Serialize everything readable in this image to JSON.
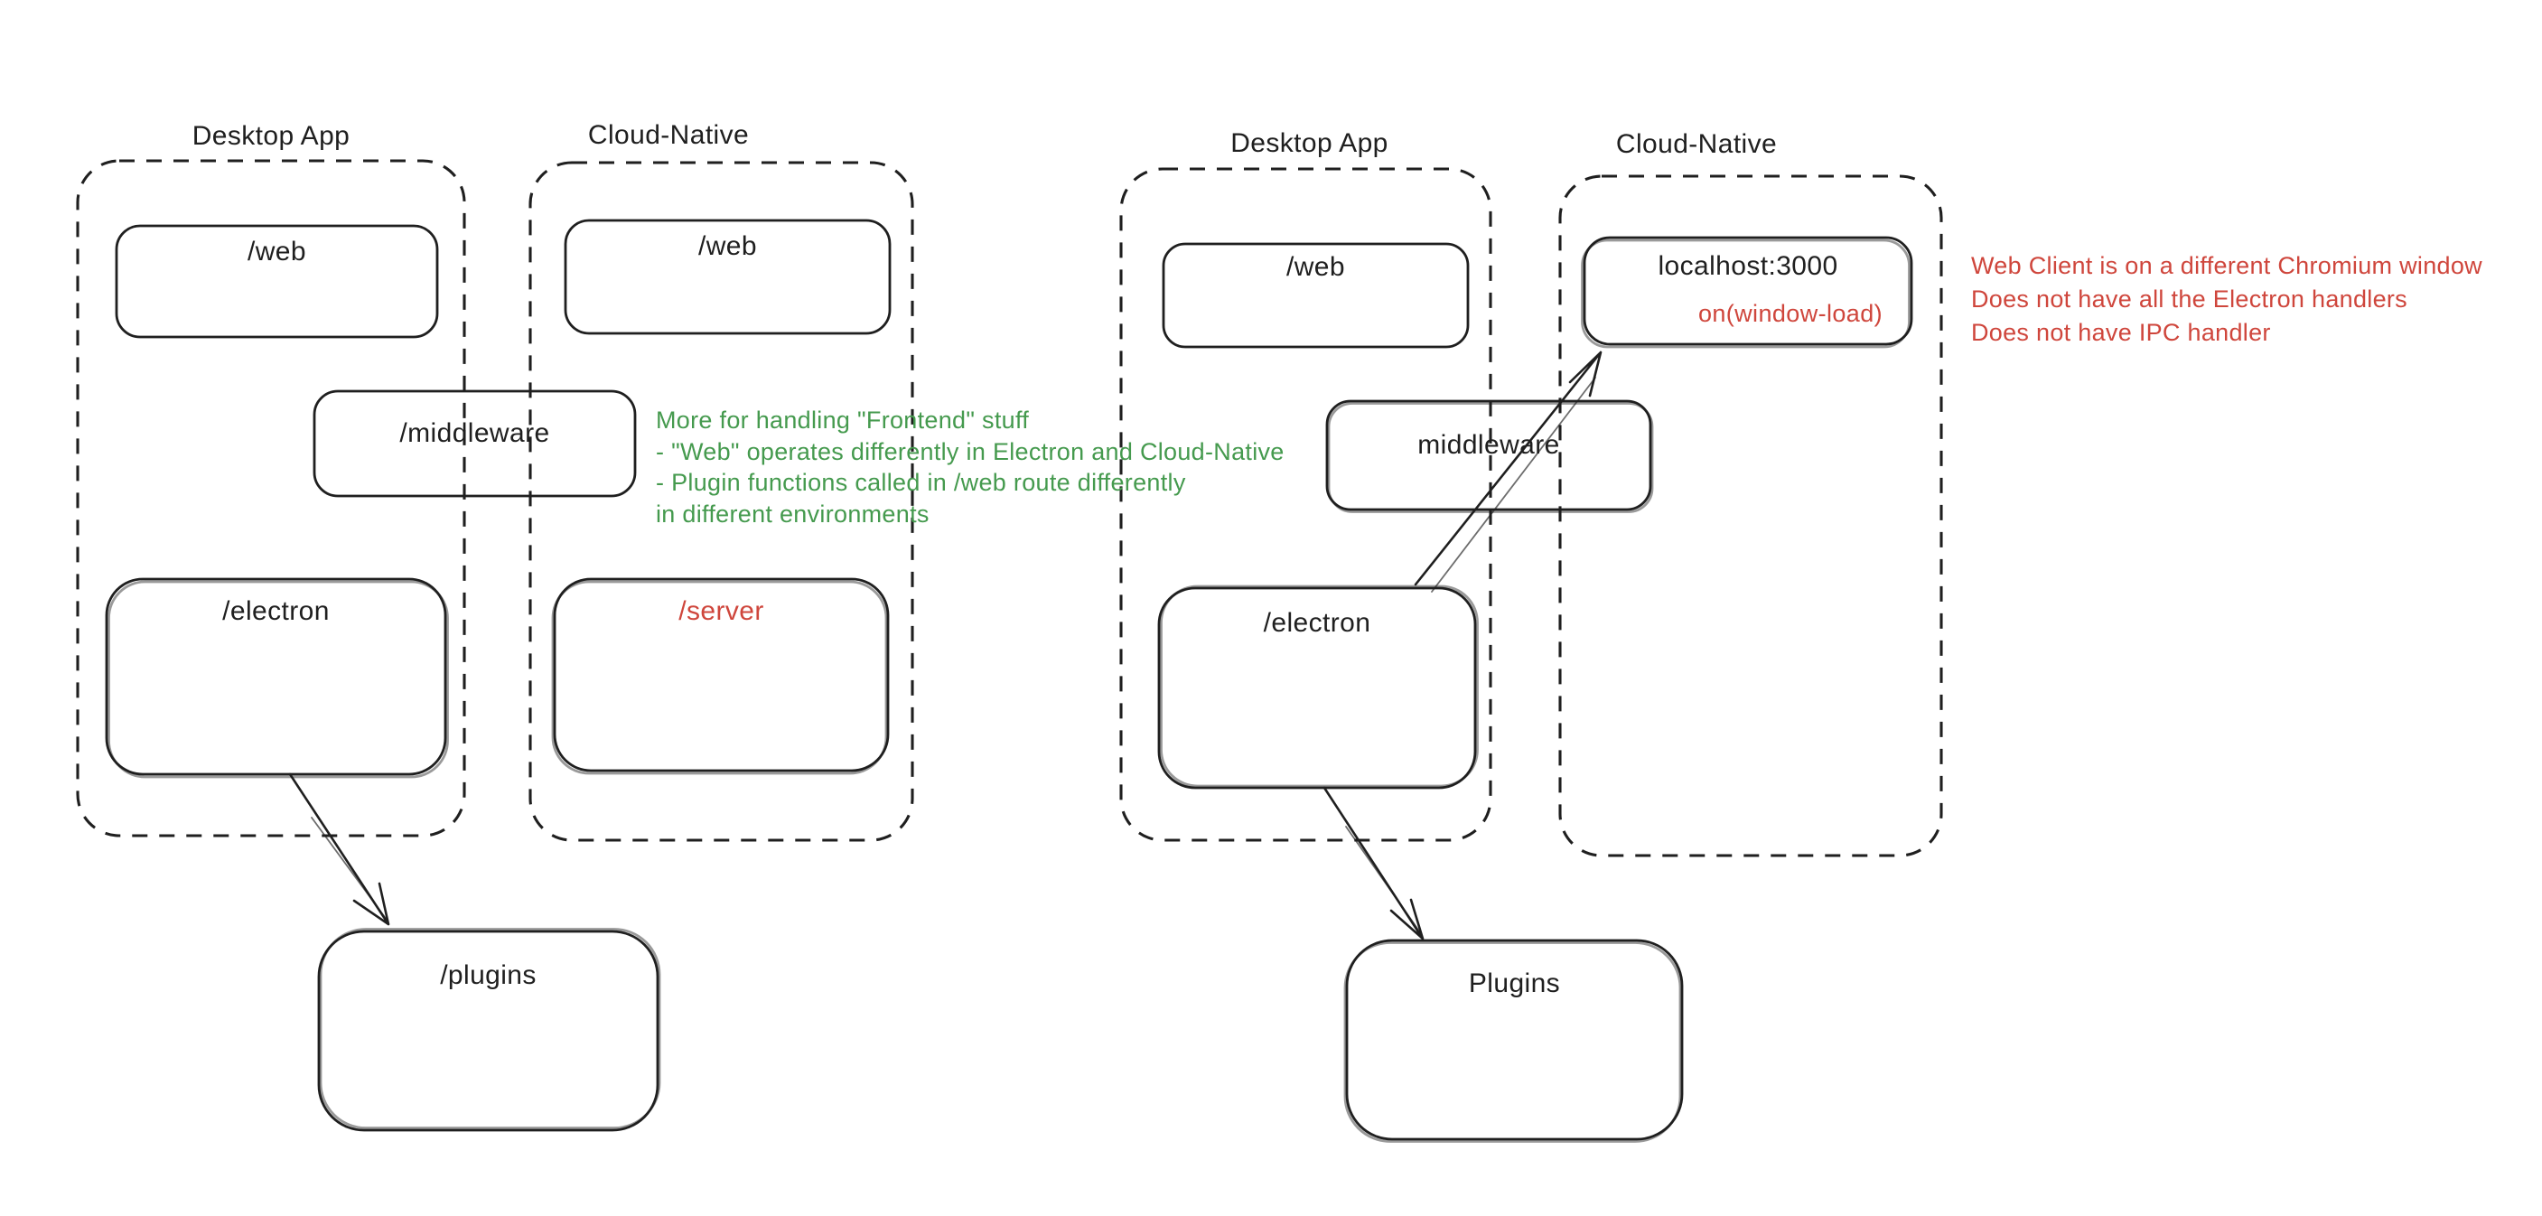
{
  "canvas": {
    "background": "#ffffff",
    "stroke_color": "#1f1f1f",
    "accent_red": "#cf463c",
    "accent_green": "#459a4e"
  },
  "left_diagram": {
    "desktop_container_label": "Desktop App",
    "cloud_container_label": "Cloud-Native",
    "web_desktop_box": "/web",
    "web_cloud_box": "/web",
    "middleware_box": "/middleware",
    "electron_box": "/electron",
    "server_box": "/server",
    "plugins_box": "/plugins",
    "note": [
      "More for handling \"Frontend\" stuff",
      "- \"Web\" operates differently in Electron and Cloud-Native",
      "- Plugin functions called in /web route differently",
      "in different environments"
    ]
  },
  "right_diagram": {
    "desktop_container_label": "Desktop App",
    "cloud_container_label": "Cloud-Native",
    "web_desktop_box": "/web",
    "localhost_box": "localhost:3000",
    "localhost_sub": "on(window-load)",
    "middleware_box": "middleware",
    "electron_box": "/electron",
    "plugins_box": "Plugins",
    "note": [
      "Web Client is on a different Chromium window",
      "Does not have all the Electron handlers",
      "Does not have IPC handler"
    ]
  }
}
